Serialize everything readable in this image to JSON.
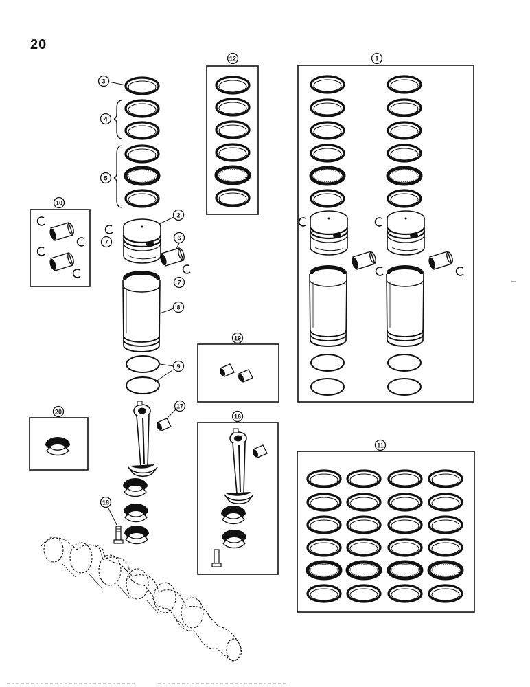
{
  "page": {
    "number": "20"
  },
  "kits": [
    {
      "number": "1"
    },
    {
      "number": "10"
    },
    {
      "number": "11"
    },
    {
      "number": "12"
    },
    {
      "number": "16"
    },
    {
      "number": "19"
    },
    {
      "number": "20"
    }
  ],
  "callouts": [
    "2",
    "3",
    "4",
    "5",
    "6",
    "7",
    "8",
    "9",
    "17",
    "18"
  ],
  "colors": {
    "ink": "#111111",
    "paper": "#ffffff"
  }
}
